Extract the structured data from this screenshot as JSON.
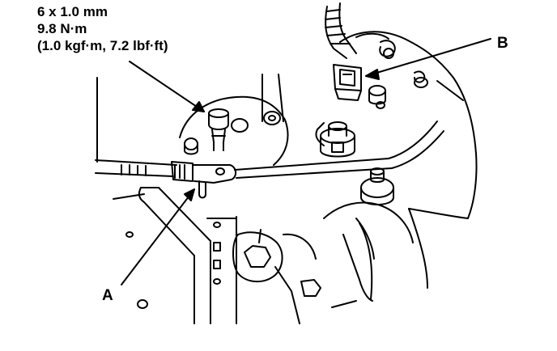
{
  "torque_spec": {
    "bolt_size": "6 x 1.0 mm",
    "torque_nm": "9.8 N·m",
    "torque_alt": "(1.0 kgf·m, 7.2 lbf·ft)"
  },
  "callouts": {
    "a": "A",
    "b": "B"
  },
  "colors": {
    "line": "#000000",
    "background": "#ffffff"
  }
}
